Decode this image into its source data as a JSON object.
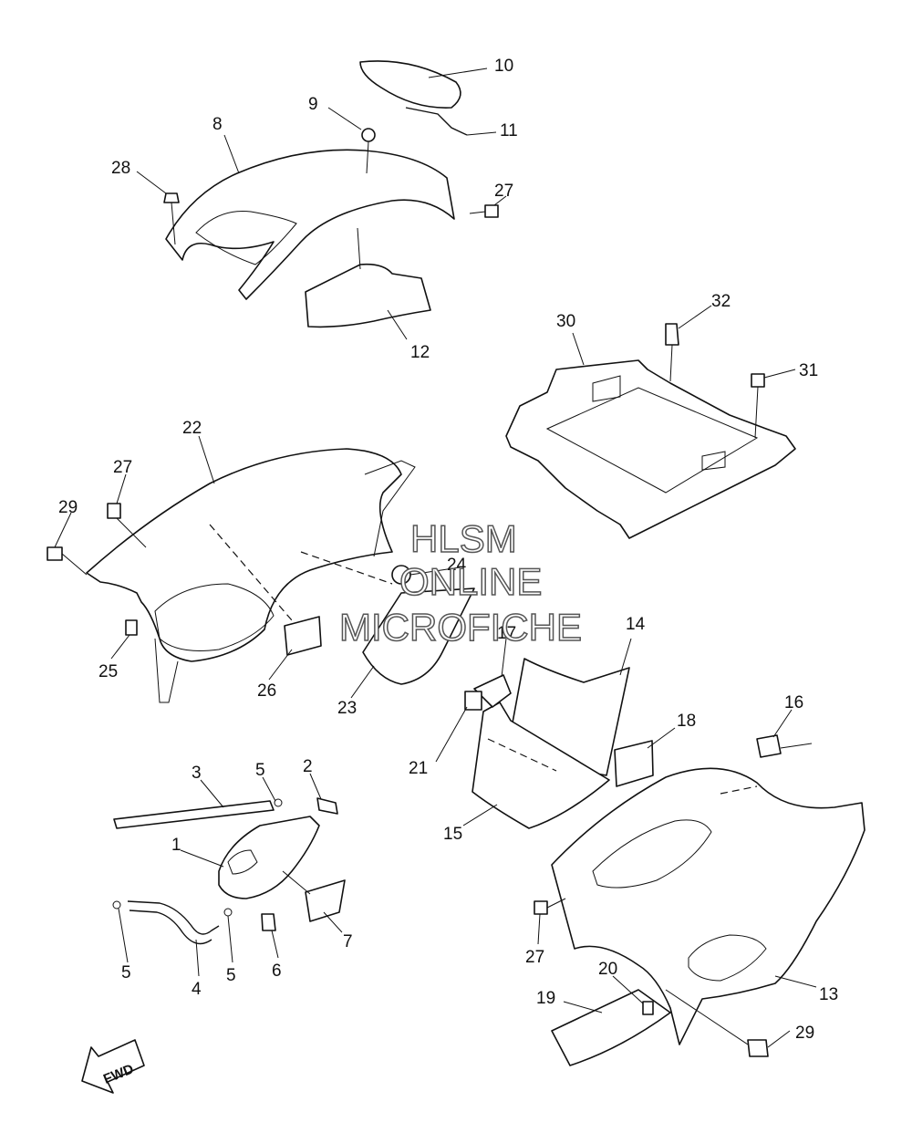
{
  "watermark": {
    "line1": "HLSM",
    "line2": "ONLINE",
    "line3": "MICROFICHE"
  },
  "direction_arrow": {
    "label": "FWD"
  },
  "callouts": {
    "p1": "1",
    "p2": "2",
    "p3": "3",
    "p4": "4",
    "p5a": "5",
    "p5b": "5",
    "p5c": "5",
    "p6": "6",
    "p7": "7",
    "p8": "8",
    "p9": "9",
    "p10": "10",
    "p11": "11",
    "p12": "12",
    "p13": "13",
    "p14": "14",
    "p15": "15",
    "p16": "16",
    "p17": "17",
    "p18": "18",
    "p19": "19",
    "p20": "20",
    "p21": "21",
    "p22": "22",
    "p23": "23",
    "p24": "24",
    "p25": "25",
    "p26": "26",
    "p27a": "27",
    "p27b": "27",
    "p27c": "27",
    "p28": "28",
    "p29a": "29",
    "p29b": "29",
    "p30": "30",
    "p31": "31",
    "p32": "32"
  },
  "colors": {
    "ink": "#111111",
    "paper": "#ffffff",
    "watermark_stroke": "#555555"
  }
}
